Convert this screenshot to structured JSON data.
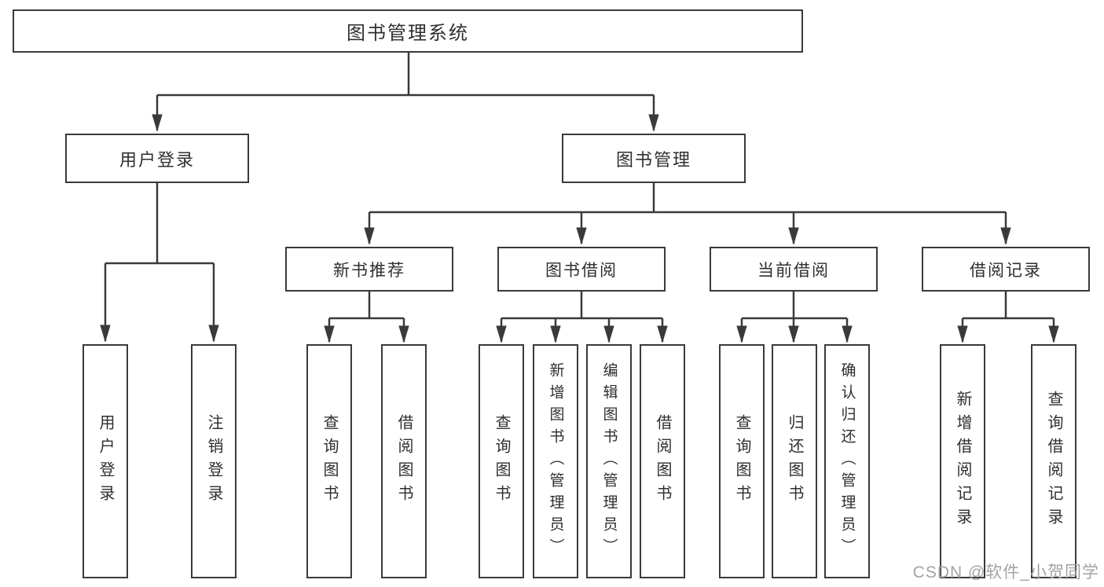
{
  "diagram_title": "图书管理系统",
  "tree": {
    "root": {
      "label": "图书管理系统"
    },
    "children": [
      {
        "label": "用户登录",
        "children": [
          {
            "label": "用户登录"
          },
          {
            "label": "注销登录"
          }
        ]
      },
      {
        "label": "图书管理",
        "children": [
          {
            "label": "新书推荐",
            "children": [
              {
                "label": "查询图书"
              },
              {
                "label": "借阅图书"
              }
            ]
          },
          {
            "label": "图书借阅",
            "children": [
              {
                "label": "查询图书"
              },
              {
                "label": "新增图书（管理员）"
              },
              {
                "label": "编辑图书（管理员）"
              },
              {
                "label": "借阅图书"
              }
            ]
          },
          {
            "label": "当前借阅",
            "children": [
              {
                "label": "查询图书"
              },
              {
                "label": "归还图书"
              },
              {
                "label": "确认归还（管理员）"
              }
            ]
          },
          {
            "label": "借阅记录",
            "children": [
              {
                "label": "新增借阅记录"
              },
              {
                "label": "查询借阅记录"
              }
            ]
          }
        ]
      }
    ]
  },
  "watermark": {
    "text": "CSDN @软件_小贺同学"
  },
  "colors": {
    "line": "#3a3a3a",
    "box_border": "#3a3a3a",
    "box_fill": "#ffffff",
    "text": "#2f2f2f",
    "watermark": "#a3a3a3",
    "background": "#ffffff"
  }
}
